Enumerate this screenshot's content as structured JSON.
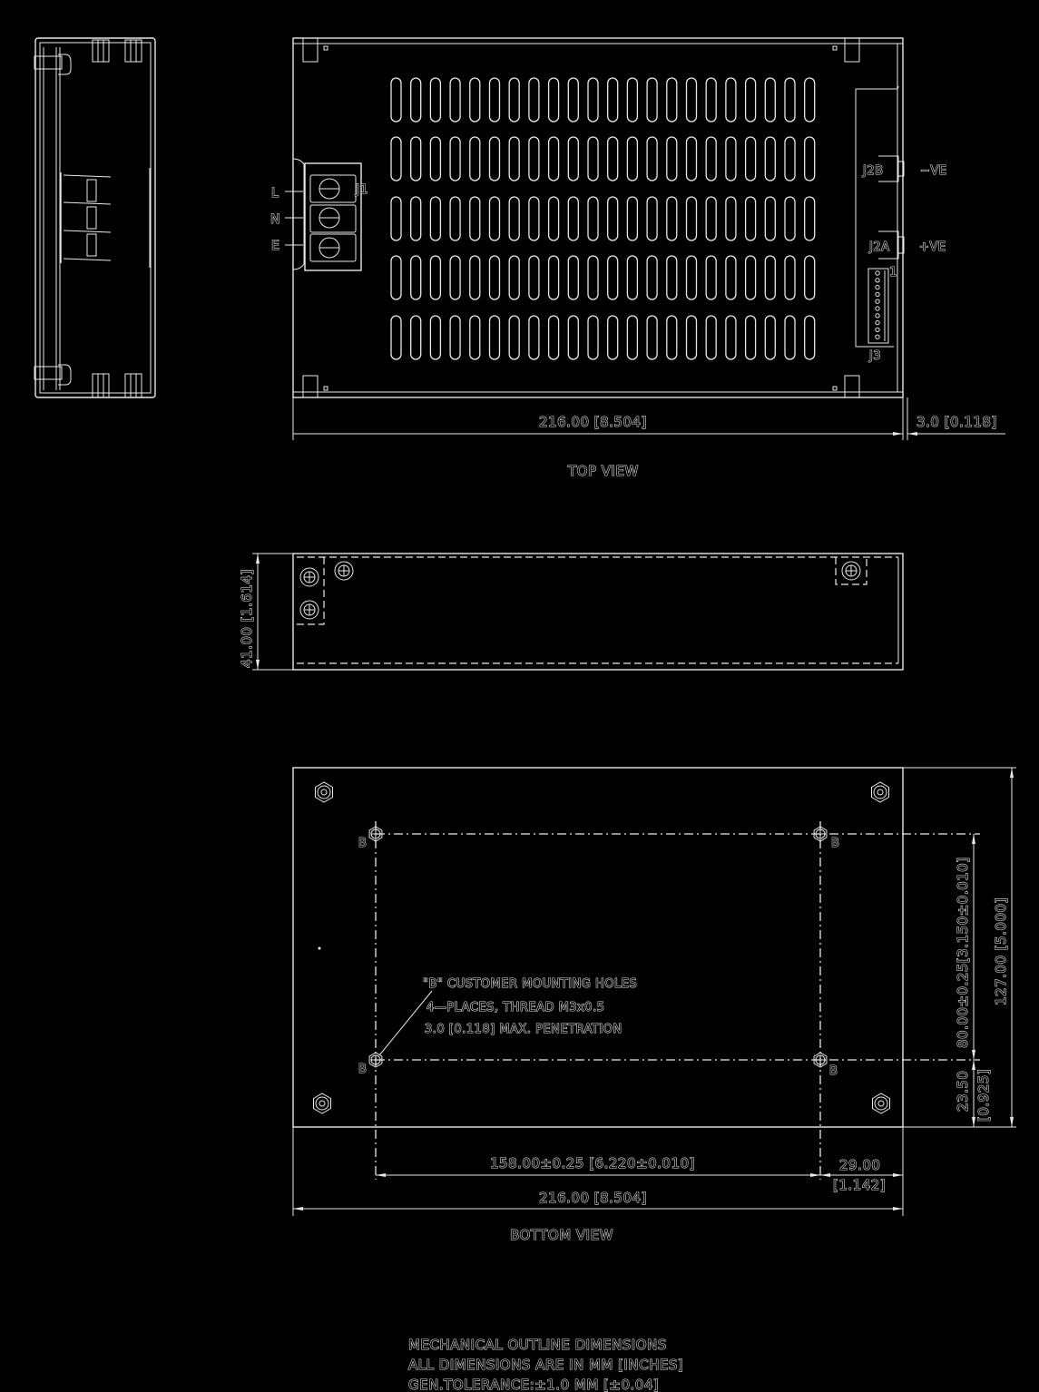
{
  "drawing": {
    "title_lines": [
      "MECHANICAL OUTLINE DIMENSIONS",
      "ALL DIMENSIONS ARE IN MM [INCHES]",
      "GEN.TOLERANCE:±1.0 MM [±0.04]"
    ],
    "colors": {
      "background": "#000000",
      "line": "#e8e8e8"
    }
  },
  "top_view": {
    "label": "TOP VIEW",
    "vent_rows": 5,
    "vent_slots_per_row": 22,
    "terminal_block": {
      "ref": "J1",
      "pins": [
        "L",
        "N",
        "E"
      ]
    },
    "connectors": [
      {
        "ref": "J2B",
        "signal": "−VE"
      },
      {
        "ref": "J2A",
        "signal": "+VE"
      },
      {
        "ref": "J3",
        "pin1_marker": "1",
        "pins": 10
      }
    ],
    "dim_length": "216.00  [8.504]",
    "dim_offset": "3.0  [0.118]"
  },
  "side_view": {
    "dim_height": "41.00  [1.614]"
  },
  "bottom_view": {
    "label": "BOTTOM VIEW",
    "hole_label": "B",
    "note_lines": [
      "\"B\"  CUSTOMER  MOUNTING  HOLES",
      "4—PLACES,  THREAD  M3x0.5",
      "3.0  [0.118]  MAX.  PENETRATION"
    ],
    "dim_hole_spacing_x": "158.00±0.25  [6.220±0.010]",
    "dim_edge_offset_x": "29.00",
    "dim_edge_offset_x_in": "[1.142]",
    "dim_length": "216.00  [8.504]",
    "dim_hole_spacing_y": "80.00±0.25[3.150±0.010]",
    "dim_width": "127.00  [5.000]",
    "dim_edge_offset_y": "23.50",
    "dim_edge_offset_y_in": "[0.925]"
  }
}
